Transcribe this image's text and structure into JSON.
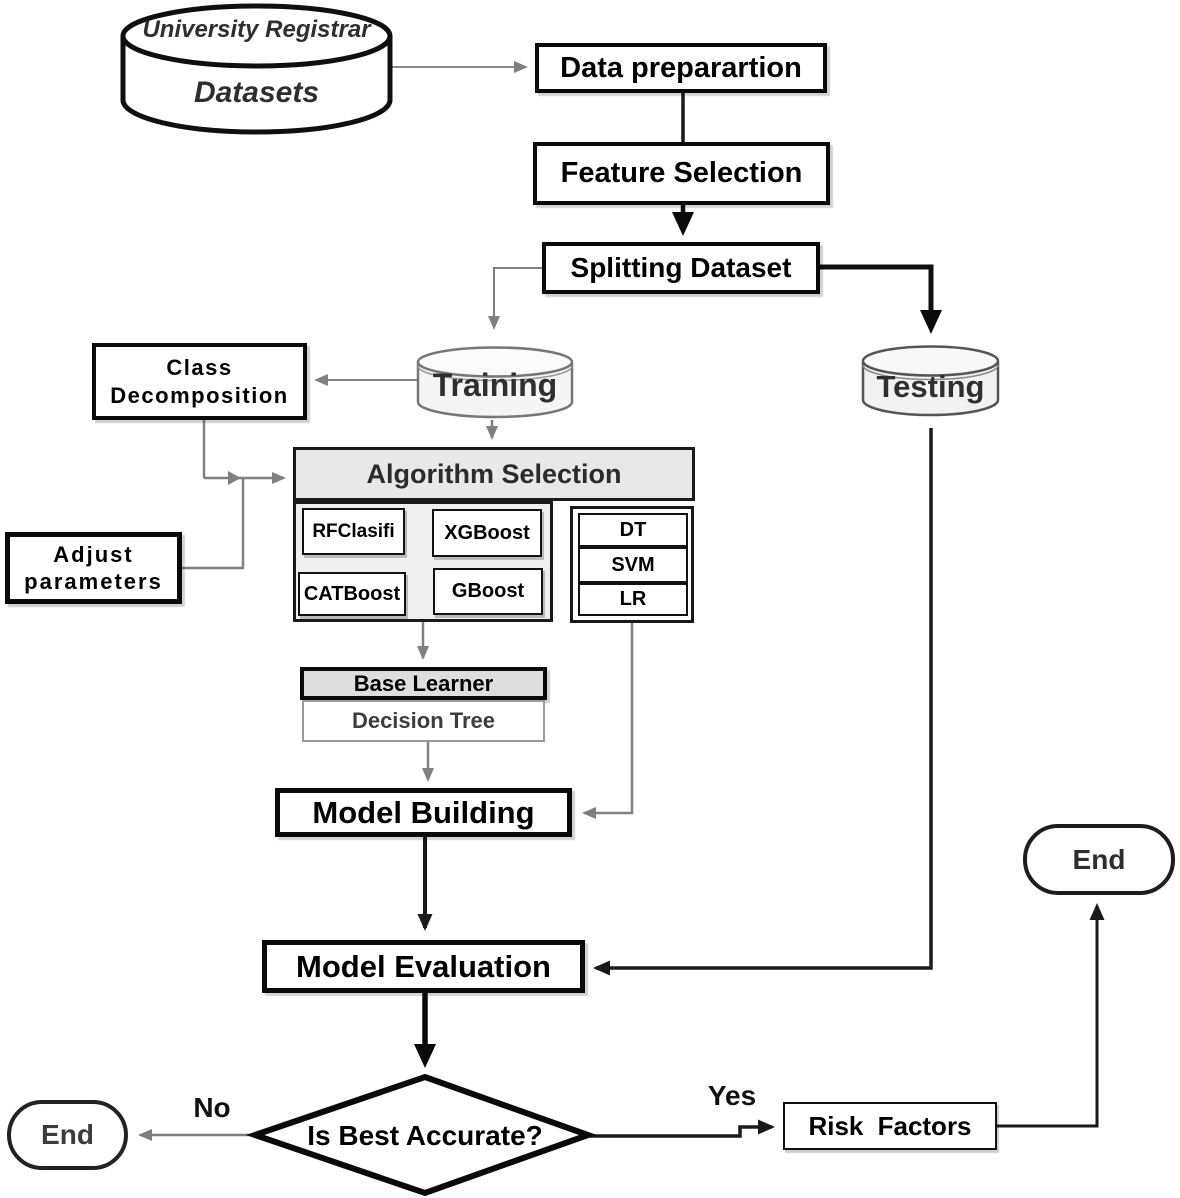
{
  "nodes": {
    "datasets": {
      "title": "University Registrar",
      "label": "Datasets"
    },
    "data_preparation": {
      "label": "Data preparartion"
    },
    "feature_selection": {
      "label": "Feature Selection"
    },
    "splitting_dataset": {
      "label": "Splitting Dataset"
    },
    "training": {
      "label": "Training"
    },
    "testing": {
      "label": "Testing"
    },
    "class_decomposition": {
      "label": "Class Decomposition"
    },
    "algorithm_selection": {
      "label": "Algorithm Selection"
    },
    "ensemble_algorithms": {
      "rfclasifi": "RFClasifi",
      "xgboost": "XGBoost",
      "catboost": "CATBoost",
      "gboost": "GBoost"
    },
    "classic_algorithms": {
      "dt": "DT",
      "svm": "SVM",
      "lr": "LR"
    },
    "adjust_parameters": {
      "label": "Adjust parameters"
    },
    "base_learner": {
      "label": "Base Learner",
      "value": "Decision Tree"
    },
    "model_building": {
      "label": "Model Building"
    },
    "model_evaluation": {
      "label": "Model Evaluation"
    },
    "decision": {
      "label": "Is Best Accurate?"
    },
    "risk_factors": {
      "label": "Risk Factors"
    },
    "end_left": {
      "label": "End"
    },
    "end_right": {
      "label": "End"
    }
  },
  "edge_labels": {
    "no": "No",
    "yes": "Yes"
  },
  "colors": {
    "edge_gray": "#808080",
    "edge_black": "#1a1a1a",
    "header_fill": "#e8e8e8",
    "group_fill": "#efefef",
    "cylinder_fill": "#f5f5f5",
    "node_border": "#0a0a0a"
  }
}
